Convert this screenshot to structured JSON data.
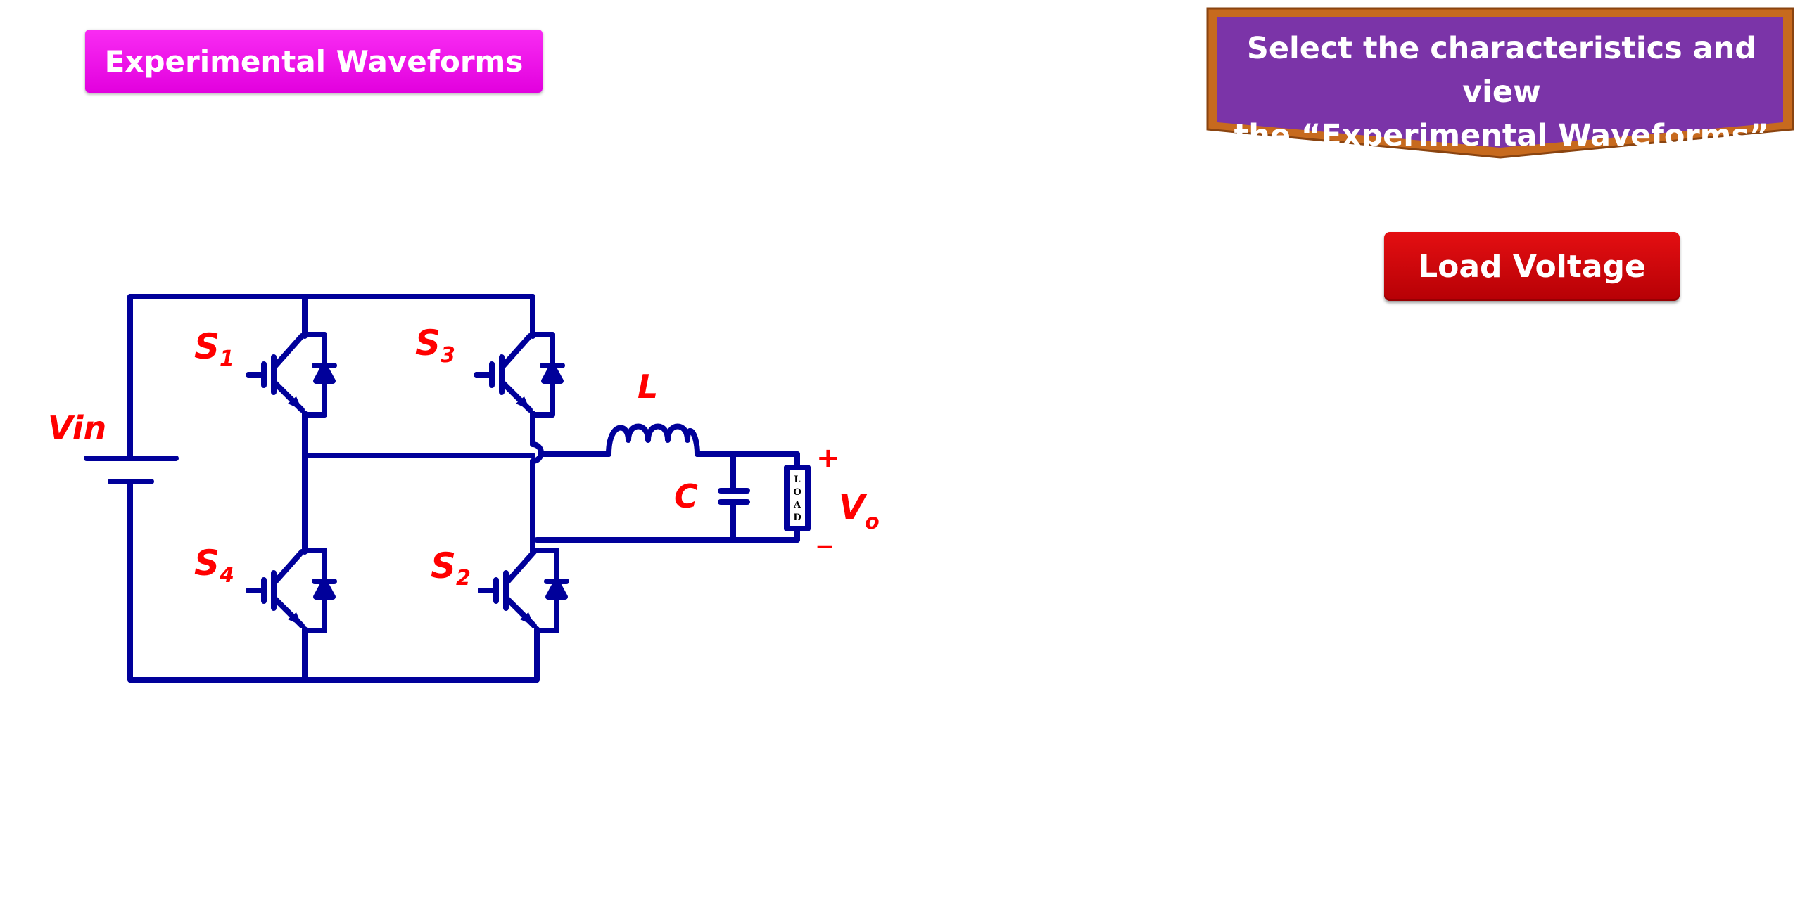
{
  "header": {
    "title": "Experimental Waveforms"
  },
  "instruction": {
    "line1": "Select the characteristics and view",
    "line2": "the “Experimental Waveforms”"
  },
  "controls": {
    "load_voltage_label": "Load Voltage"
  },
  "circuit": {
    "source_label": "Vin",
    "switches": {
      "s1": {
        "letter": "S",
        "sub": "1"
      },
      "s2": {
        "letter": "S",
        "sub": "2"
      },
      "s3": {
        "letter": "S",
        "sub": "3"
      },
      "s4": {
        "letter": "S",
        "sub": "4"
      }
    },
    "inductor_label": "L",
    "capacitor_label": "C",
    "load_text": [
      "L",
      "O",
      "A",
      "D"
    ],
    "output": {
      "plus": "+",
      "minus": "_",
      "letter": "V",
      "sub": "o"
    }
  },
  "colors": {
    "wire": "#00009a",
    "label": "#ff0000",
    "title_button": "#f20ef0",
    "banner_fill": "#7b34a8",
    "banner_border": "#c76a1e",
    "load_button": "#cc0000"
  }
}
